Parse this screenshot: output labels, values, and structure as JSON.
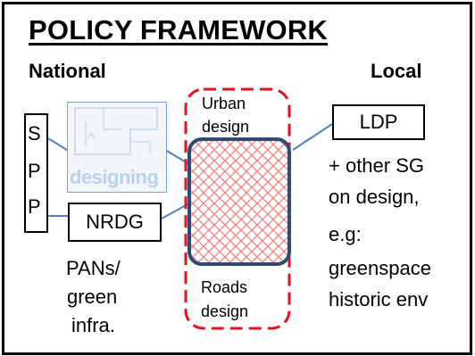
{
  "title": "POLICY FRAMEWORK",
  "headers": {
    "national": "National",
    "local": "Local"
  },
  "spp": {
    "letters": [
      "S",
      "P",
      "P"
    ]
  },
  "nrdg": {
    "label": "NRDG"
  },
  "thumbnail": {
    "text": "designing"
  },
  "nrdg_note": {
    "lines": [
      "PANs/",
      "green",
      "infra."
    ]
  },
  "center": {
    "top_lines": [
      "Urban",
      "design"
    ],
    "bottom_lines": [
      "Roads",
      "design"
    ]
  },
  "ldp": {
    "label": "LDP"
  },
  "local_list": [
    "+ other SG",
    "on design,",
    "e.g:",
    "greenspace",
    "historic env"
  ],
  "colors": {
    "red_dash": "#e8101e",
    "navy_border": "#2f4b73",
    "connector": "#4f81bd",
    "hatch": "#f08080"
  }
}
